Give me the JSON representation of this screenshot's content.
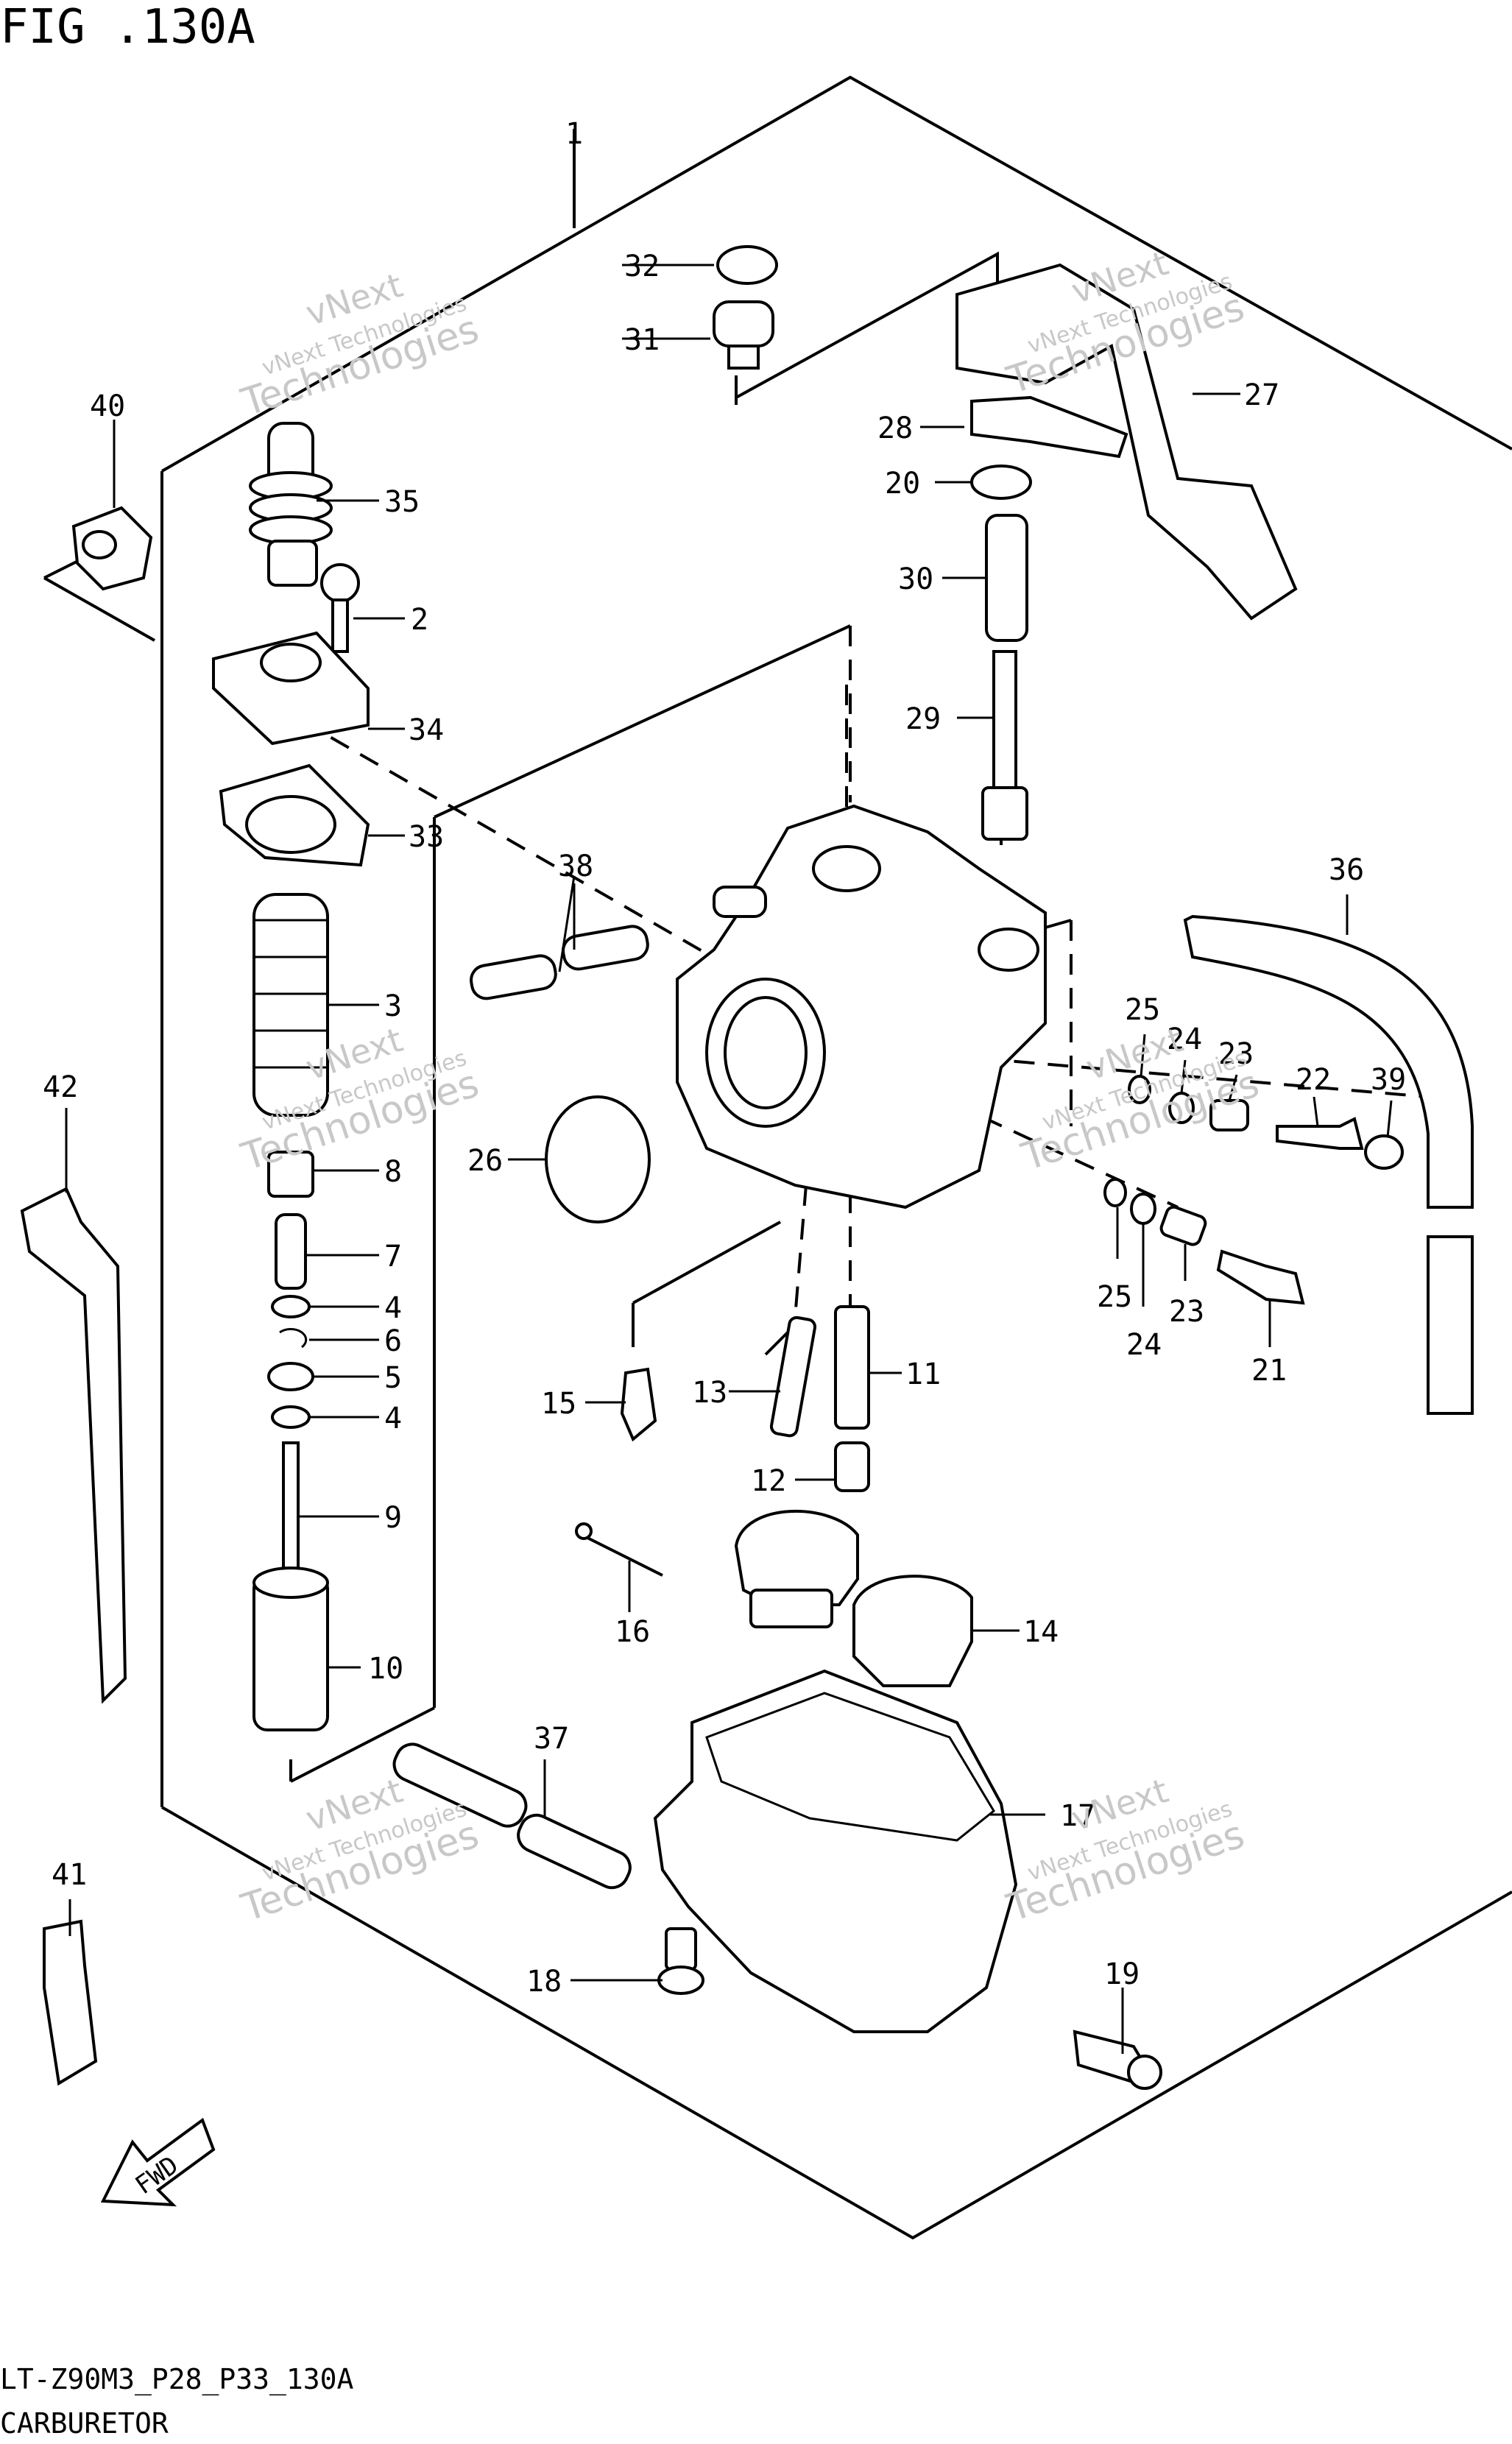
{
  "figure": {
    "title": "FIG .130A",
    "code": "LT-Z90M3_P28_P33_130A",
    "name": "CARBURETOR"
  },
  "watermark": {
    "line1": "vNext Technologies",
    "line2": "vNext",
    "line3": "Technologies"
  },
  "fwd_label": "FWD",
  "callouts": [
    {
      "id": "c1",
      "label": "1"
    },
    {
      "id": "c2",
      "label": "2"
    },
    {
      "id": "c3",
      "label": "3"
    },
    {
      "id": "c4a",
      "label": "4"
    },
    {
      "id": "c4b",
      "label": "4"
    },
    {
      "id": "c5",
      "label": "5"
    },
    {
      "id": "c6",
      "label": "6"
    },
    {
      "id": "c7",
      "label": "7"
    },
    {
      "id": "c8",
      "label": "8"
    },
    {
      "id": "c9",
      "label": "9"
    },
    {
      "id": "c10",
      "label": "10"
    },
    {
      "id": "c11",
      "label": "11"
    },
    {
      "id": "c12",
      "label": "12"
    },
    {
      "id": "c13",
      "label": "13"
    },
    {
      "id": "c14",
      "label": "14"
    },
    {
      "id": "c15",
      "label": "15"
    },
    {
      "id": "c16",
      "label": "16"
    },
    {
      "id": "c17",
      "label": "17"
    },
    {
      "id": "c18",
      "label": "18"
    },
    {
      "id": "c19",
      "label": "19"
    },
    {
      "id": "c20",
      "label": "20"
    },
    {
      "id": "c21",
      "label": "21"
    },
    {
      "id": "c22",
      "label": "22"
    },
    {
      "id": "c23a",
      "label": "23"
    },
    {
      "id": "c23b",
      "label": "23"
    },
    {
      "id": "c24a",
      "label": "24"
    },
    {
      "id": "c24b",
      "label": "24"
    },
    {
      "id": "c25a",
      "label": "25"
    },
    {
      "id": "c25b",
      "label": "25"
    },
    {
      "id": "c26",
      "label": "26"
    },
    {
      "id": "c27",
      "label": "27"
    },
    {
      "id": "c28",
      "label": "28"
    },
    {
      "id": "c29",
      "label": "29"
    },
    {
      "id": "c30",
      "label": "30"
    },
    {
      "id": "c31",
      "label": "31"
    },
    {
      "id": "c32",
      "label": "32"
    },
    {
      "id": "c33",
      "label": "33"
    },
    {
      "id": "c34",
      "label": "34"
    },
    {
      "id": "c35",
      "label": "35"
    },
    {
      "id": "c36",
      "label": "36"
    },
    {
      "id": "c37",
      "label": "37"
    },
    {
      "id": "c38",
      "label": "38"
    },
    {
      "id": "c39",
      "label": "39"
    },
    {
      "id": "c40",
      "label": "40"
    },
    {
      "id": "c41",
      "label": "41"
    },
    {
      "id": "c42",
      "label": "42"
    }
  ]
}
